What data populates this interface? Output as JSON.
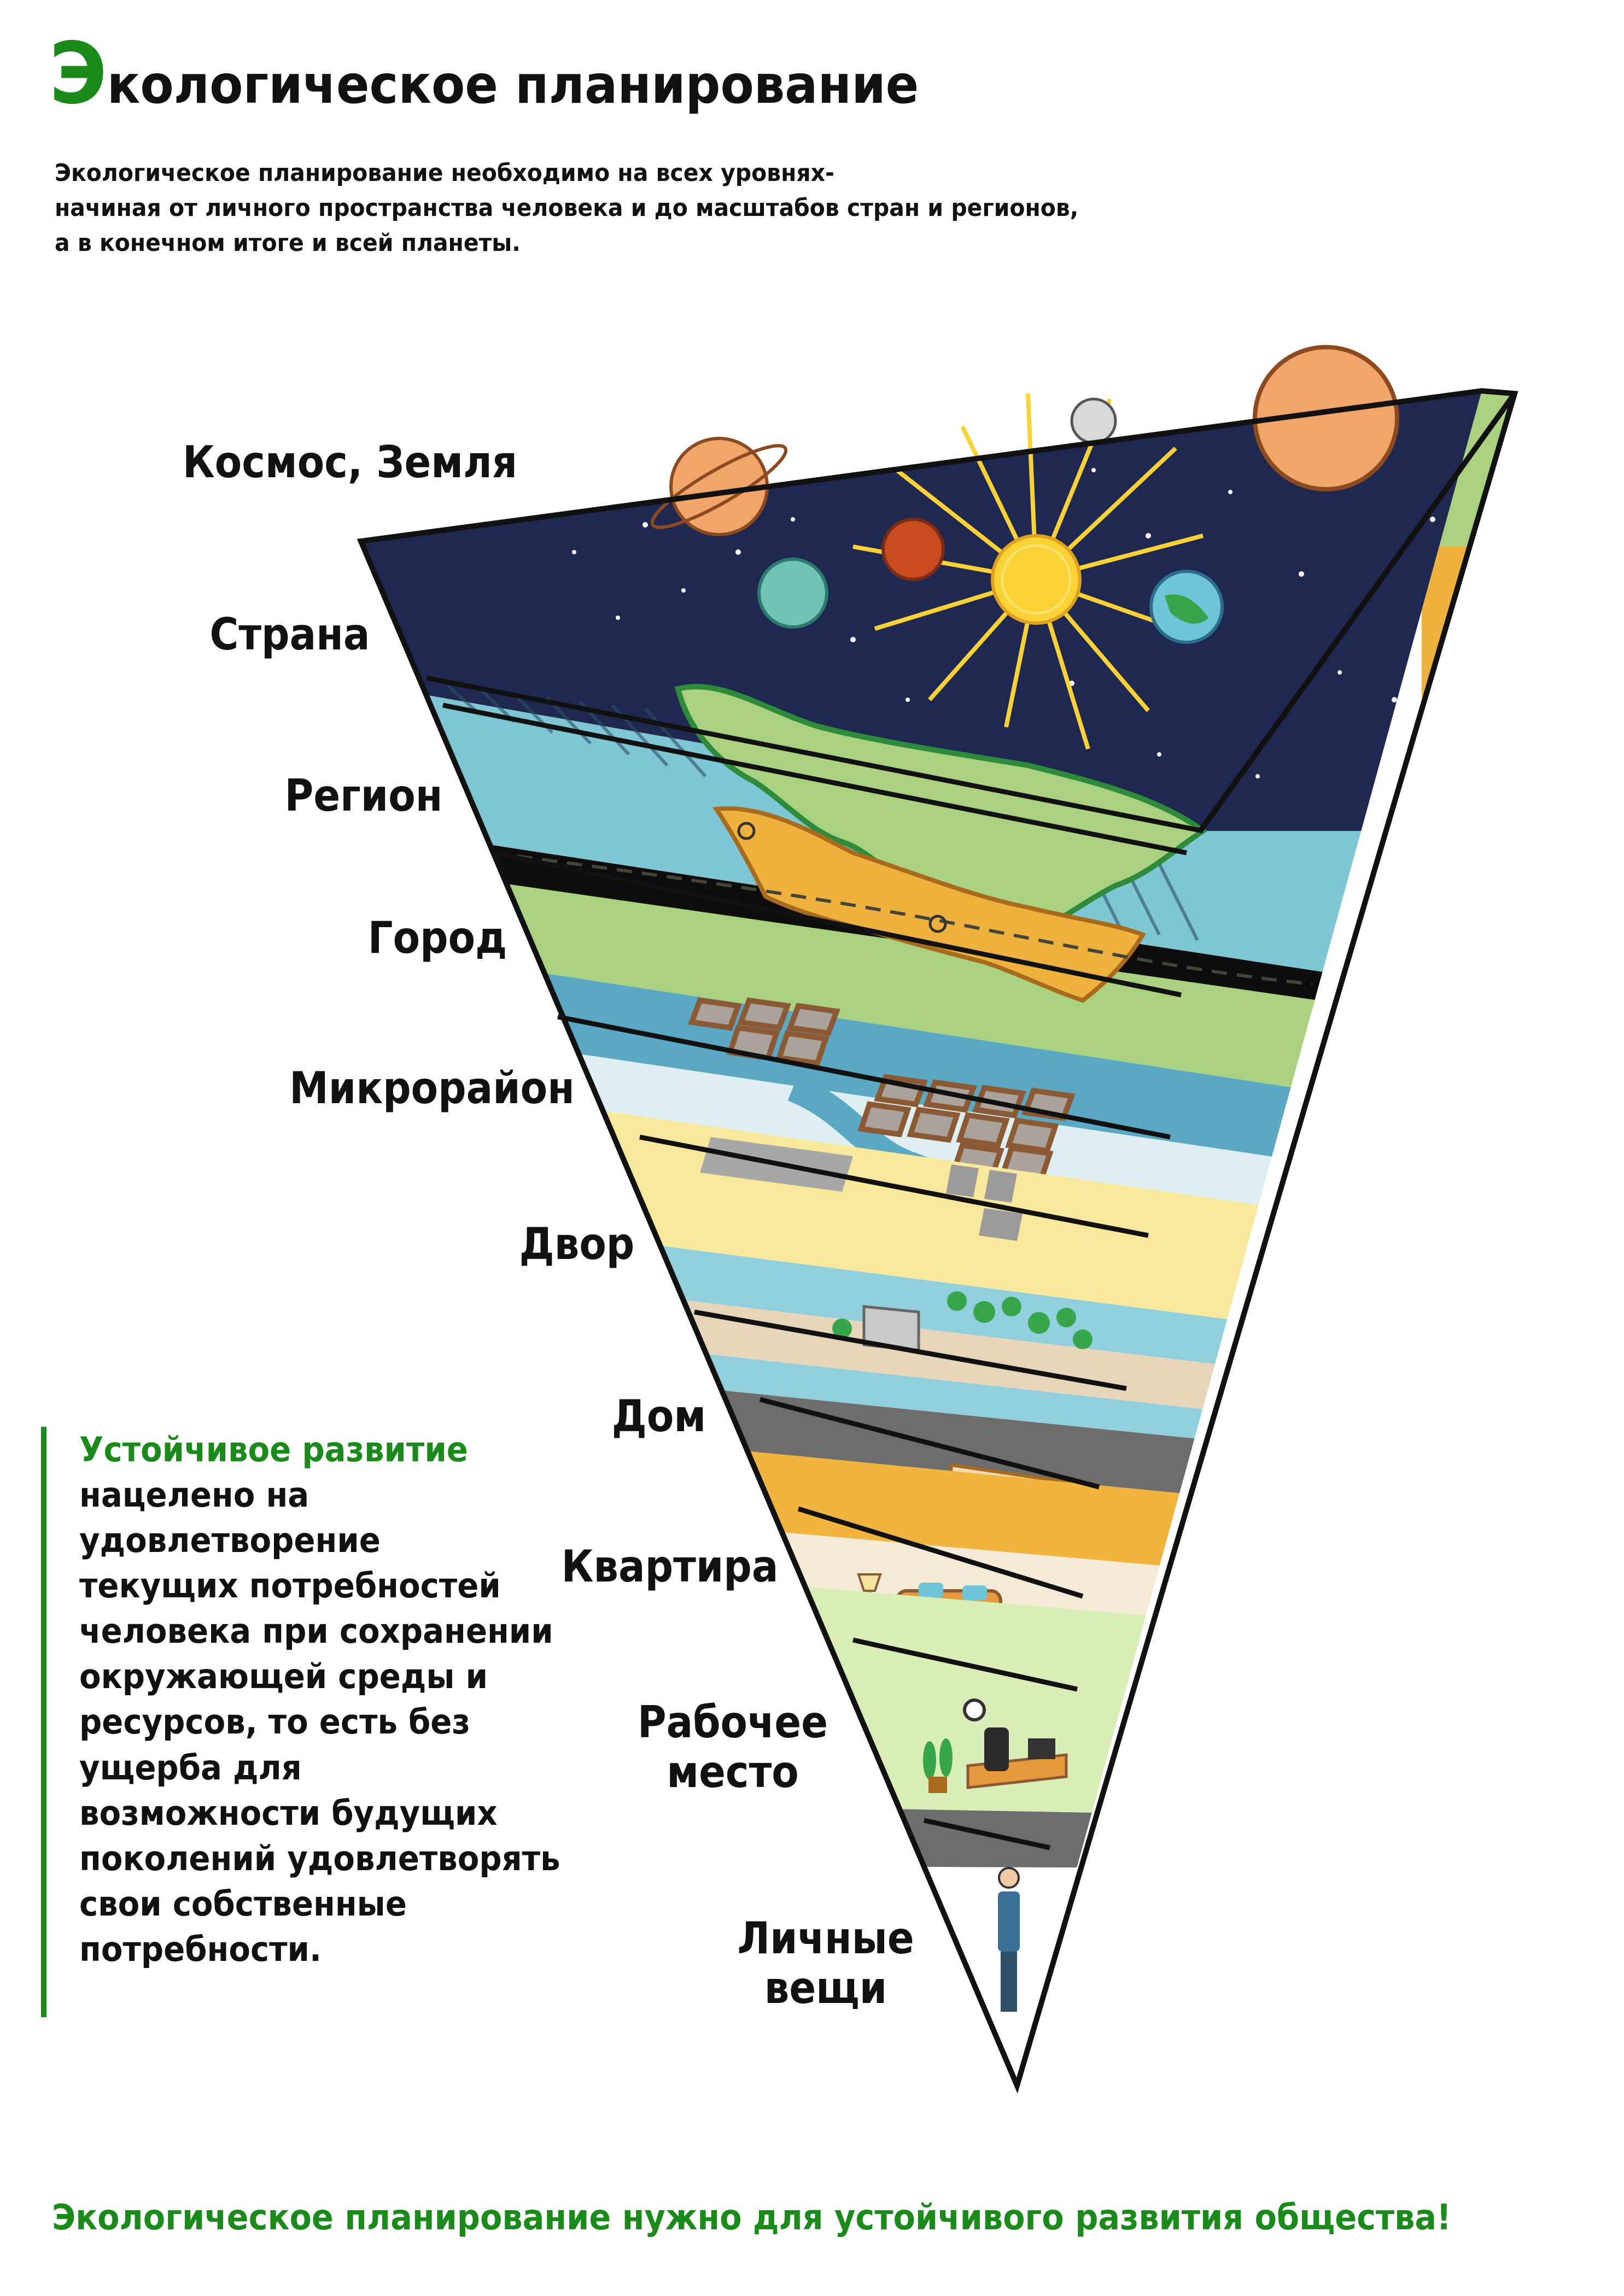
{
  "title": {
    "first_letter": "Э",
    "rest": "кологическое планирование"
  },
  "intro_lines": [
    "Экологическое планирование необходимо на всех уровнях-",
    "начиная от личного пространства человека и до масштабов стран и регионов,",
    "а в конечном итоге и всей планеты."
  ],
  "layers": [
    {
      "label": "Космос, Земля"
    },
    {
      "label": "Страна"
    },
    {
      "label": "Регион"
    },
    {
      "label": "Город"
    },
    {
      "label": "Микрорайон"
    },
    {
      "label": "Двор"
    },
    {
      "label": "Дом"
    },
    {
      "label": "Квартира"
    },
    {
      "label": "Рабочее\nместо"
    },
    {
      "label": "Личные\nвещи"
    }
  ],
  "callout": {
    "heading": "Устойчивое развитие",
    "lines": [
      "нацелено на",
      "удовлетворение",
      "текущих потребностей",
      "человека при сохранении",
      "окружающей среды и",
      "ресурсов, то есть без",
      "ущерба для",
      "возможности будущих",
      "поколений удовлетворять",
      "свои собственные",
      "потребности."
    ]
  },
  "footer": "Экологическое планирование нужно для устойчивого развития общества!",
  "colors": {
    "accent_green": "#1a8a1a",
    "space": "#1f2850",
    "country_blue": "#7fc6d4",
    "land_green": "#a9d17f",
    "region_orange": "#eeb13e",
    "city_blue": "#5aa8c3",
    "block_pale": "#dfeef0",
    "district_yellow": "#f8e89c",
    "yard_blue": "#92cfdd",
    "yard_beige": "#e6d5b8",
    "house_grey": "#6d6d6d",
    "apartment_orange": "#f0b43f",
    "workplace_green": "#d9edb6",
    "person_blue": "#3a6f96",
    "sun_yellow": "#fbd235"
  },
  "icons": [
    "ringed-planet-icon",
    "red-planet-icon",
    "teal-planet-icon",
    "sun-icon",
    "moon-icon",
    "gas-giant-icon",
    "earth-icon",
    "map-pin-icon",
    "city-blocks-icon",
    "river-icon",
    "building-icon",
    "tree-icon",
    "house-icon",
    "sofa-icon",
    "lamp-icon",
    "rug-icon",
    "clock-icon",
    "desk-icon",
    "computer-icon",
    "office-chair-icon",
    "plant-icon",
    "person-icon"
  ]
}
